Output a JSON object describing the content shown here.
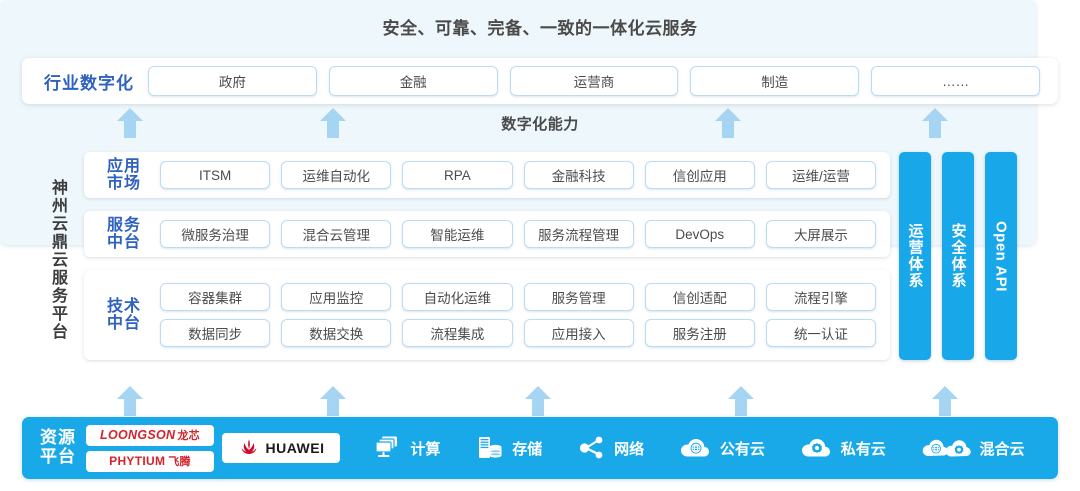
{
  "title": "安全、可靠、完备、一致的一体化云服务",
  "capability_label": "数字化能力",
  "industry": {
    "label": "行业数字化",
    "items": [
      "政府",
      "金融",
      "运营商",
      "制造",
      "……"
    ]
  },
  "platform": {
    "vertical_label": "神州云鼎云服务平台",
    "layers": [
      {
        "name": "应用市场",
        "name_line1": "应用",
        "name_line2": "市场",
        "rows": [
          [
            "ITSM",
            "运维自动化",
            "RPA",
            "金融科技",
            "信创应用",
            "运维/运营"
          ]
        ]
      },
      {
        "name": "服务中台",
        "name_line1": "服务",
        "name_line2": "中台",
        "rows": [
          [
            "微服务治理",
            "混合云管理",
            "智能运维",
            "服务流程管理",
            "DevOps",
            "大屏展示"
          ]
        ]
      },
      {
        "name": "技术中台",
        "name_line1": "技术",
        "name_line2": "中台",
        "rows": [
          [
            "容器集群",
            "应用监控",
            "自动化运维",
            "服务管理",
            "信创适配",
            "流程引擎"
          ],
          [
            "数据同步",
            "数据交换",
            "流程集成",
            "应用接入",
            "服务注册",
            "统一认证"
          ]
        ]
      }
    ],
    "side_columns": [
      {
        "label": "运营体系",
        "latin": false
      },
      {
        "label": "安全体系",
        "latin": false
      },
      {
        "label": "Open API",
        "latin": true
      }
    ]
  },
  "resource": {
    "label": "资源平台",
    "label_line1": "资源",
    "label_line2": "平台",
    "vendors": [
      {
        "name": "LOONGSON",
        "cn": "龙芯",
        "icon": "loongson-logo"
      },
      {
        "name": "PHYTIUM",
        "cn": "飞腾",
        "icon": "phytium-logo"
      },
      {
        "name": "HUAWEI",
        "cn": "",
        "icon": "huawei-logo"
      }
    ],
    "items": [
      {
        "label": "计算",
        "icon": "compute-icon"
      },
      {
        "label": "存储",
        "icon": "storage-icon"
      },
      {
        "label": "网络",
        "icon": "network-icon"
      },
      {
        "label": "公有云",
        "icon": "public-cloud-icon"
      },
      {
        "label": "私有云",
        "icon": "private-cloud-icon"
      },
      {
        "label": "混合云",
        "icon": "hybrid-cloud-icon"
      }
    ]
  },
  "arrows": {
    "upper": [
      130,
      333,
      728,
      935
    ],
    "lower": [
      130,
      230,
      333,
      466,
      626,
      728,
      935
    ]
  },
  "colors": {
    "accent_blue": "#19a9e9",
    "label_blue": "#2f62c0",
    "arrow_blue": "#a5d5f2",
    "panel_bg": "#eef7fb",
    "pill_border": "#bcdcf2",
    "vendor_red": "#d4232a"
  }
}
